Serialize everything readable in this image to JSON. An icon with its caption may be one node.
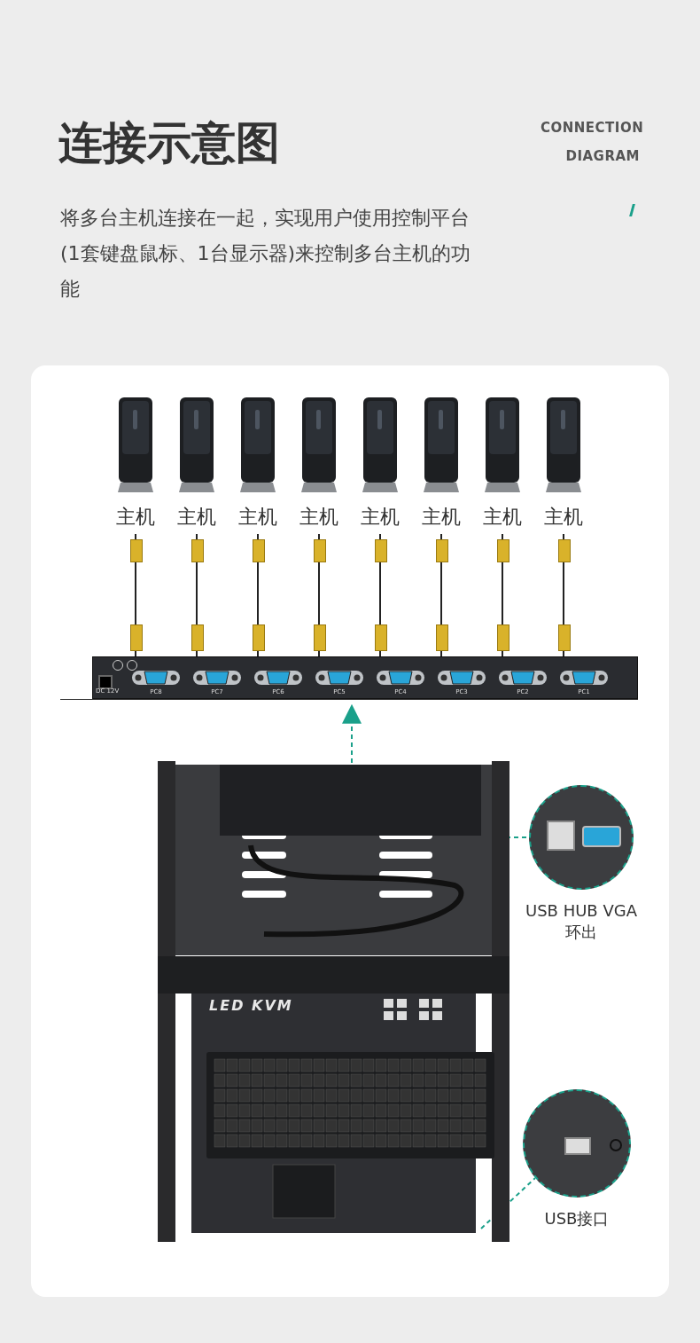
{
  "diagram": {
    "title": "连接示意图",
    "nodes": [
      {
        "text": [
          "主机"
        ]
      },
      {
        "text": [
          "主机"
        ]
      },
      {
        "text": [
          "主机"
        ]
      },
      {
        "text": [
          "主机"
        ]
      },
      {
        "text": [
          "主机"
        ]
      },
      {
        "text": [
          "主机"
        ]
      },
      {
        "text": [
          "主机"
        ]
      },
      {
        "text": [
          "主机"
        ]
      },
      {
        "text": [],
        "shape": "picture"
      },
      {
        "text": [
          "LED KVM"
        ]
      },
      {
        "text": [],
        "shape": "circle",
        "beside": [
          "USB HUB VGA环出"
        ]
      },
      {
        "text": [],
        "shape": "circle",
        "beside": [
          "USB接口"
        ]
      }
    ],
    "edges": [
      {
        "from": 0,
        "to": 8,
        "arrow": "none"
      },
      {
        "from": 1,
        "to": 8,
        "arrow": "none"
      },
      {
        "from": 2,
        "to": 8,
        "arrow": "none"
      },
      {
        "from": 3,
        "to": 8,
        "arrow": "none"
      },
      {
        "from": 4,
        "to": 8,
        "arrow": "none"
      },
      {
        "from": 5,
        "to": 8,
        "arrow": "none"
      },
      {
        "from": 6,
        "to": 8,
        "arrow": "none"
      },
      {
        "from": 7,
        "to": 8,
        "arrow": "none"
      },
      {
        "from": 9,
        "to": 8,
        "arrow": "to",
        "style": "dashed",
        "color": "#1aa08a"
      },
      {
        "from": 9,
        "to": 10,
        "arrow": "none",
        "style": "dashed",
        "color": "#1aa08a"
      },
      {
        "from": 9,
        "to": 11,
        "arrow": "none",
        "style": "dashed",
        "color": "#1aa08a"
      }
    ],
    "labels": [
      "CONNECTION DIAGRAM",
      "将多台主机连接在一起，实现用户使用控制平台(1套键盘鼠标、1台显示器)来控制多台主机的功能",
      "DC 12V",
      "PC8",
      "PC7",
      "PC6",
      "PC5",
      "PC4",
      "PC3",
      "PC2",
      "PC1"
    ]
  }
}
